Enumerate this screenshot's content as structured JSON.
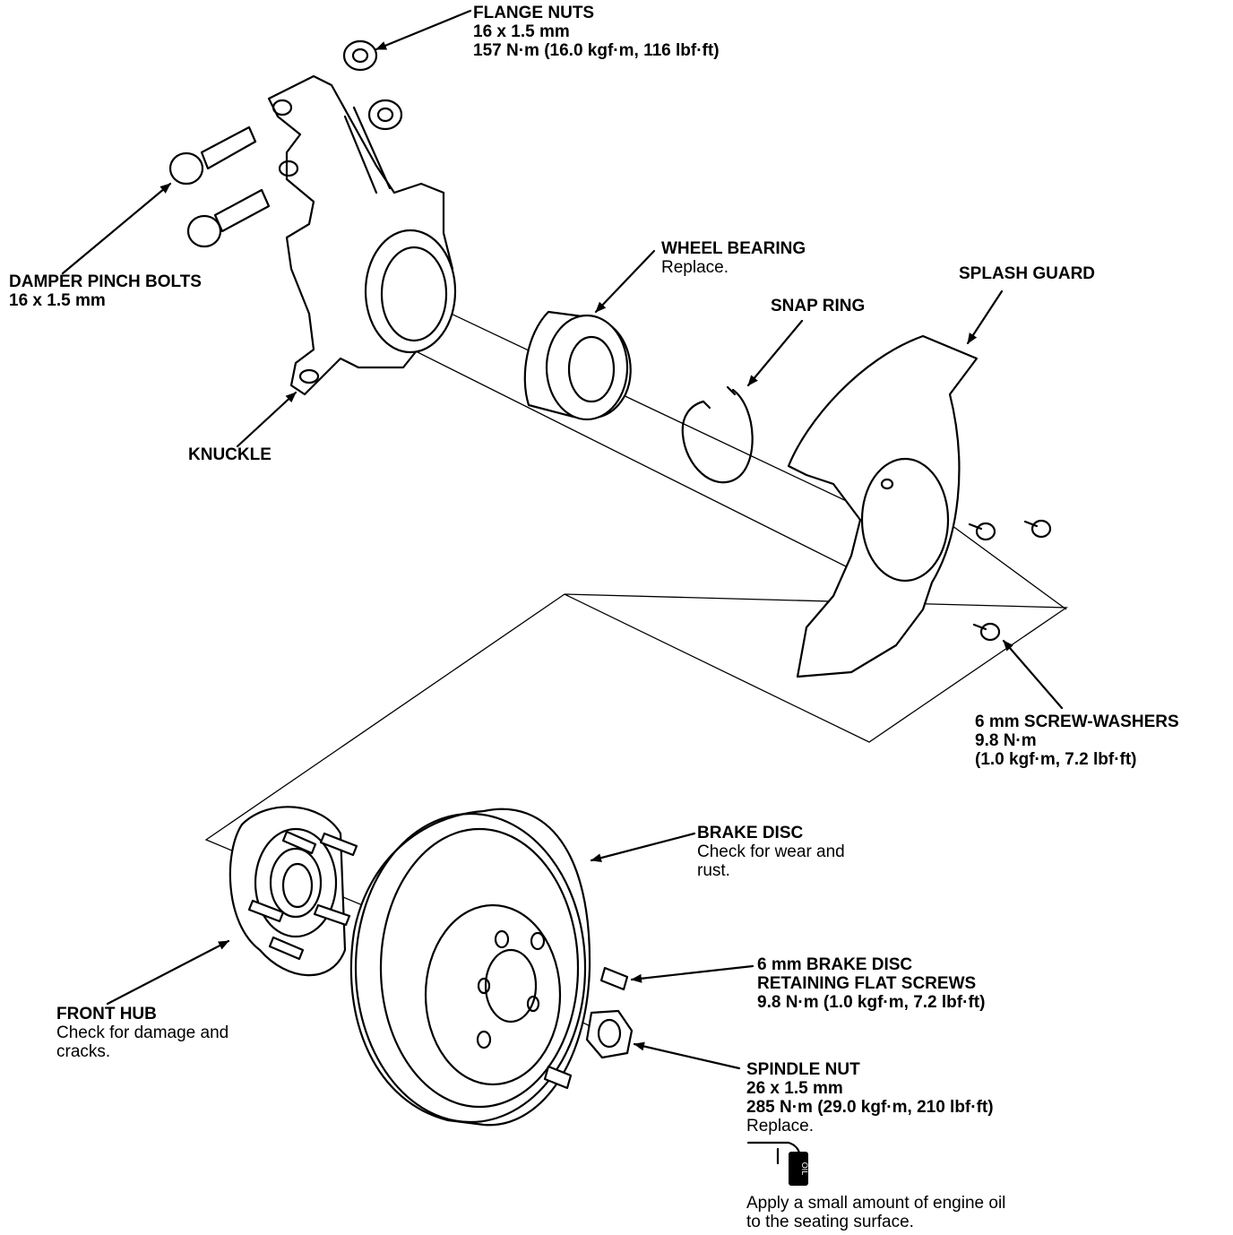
{
  "labels": {
    "flange_nuts": {
      "title": "FLANGE NUTS",
      "line1": "16 x 1.5 mm",
      "line2": "157 N·m (16.0 kgf·m, 116 lbf·ft)"
    },
    "damper_pinch_bolts": {
      "title": "DAMPER PINCH BOLTS",
      "line1": "16 x 1.5 mm"
    },
    "knuckle": {
      "title": "KNUCKLE"
    },
    "wheel_bearing": {
      "title": "WHEEL BEARING",
      "note": "Replace."
    },
    "snap_ring": {
      "title": "SNAP RING"
    },
    "splash_guard": {
      "title": "SPLASH GUARD"
    },
    "screw_washers": {
      "title": "6 mm SCREW-WASHERS",
      "line1": "9.8 N·m",
      "line2": "(1.0 kgf·m, 7.2 lbf·ft)"
    },
    "brake_disc": {
      "title": "BRAKE DISC",
      "note1": "Check for wear and",
      "note2": "rust."
    },
    "flat_screws": {
      "title1": "6 mm BRAKE DISC",
      "title2": "RETAINING FLAT SCREWS",
      "line1": "9.8 N·m (1.0 kgf·m, 7.2 lbf·ft)"
    },
    "front_hub": {
      "title": "FRONT HUB",
      "note1": "Check for damage and",
      "note2": "cracks."
    },
    "spindle_nut": {
      "title": "SPINDLE NUT",
      "line1": "26 x 1.5 mm",
      "line2": "285 N·m (29.0 kgf·m, 210 lbf·ft)",
      "note": "Replace."
    },
    "oil_note": {
      "line1": "Apply a small amount of engine oil",
      "line2": "to the seating surface."
    }
  },
  "oil_can_label": "OIL"
}
